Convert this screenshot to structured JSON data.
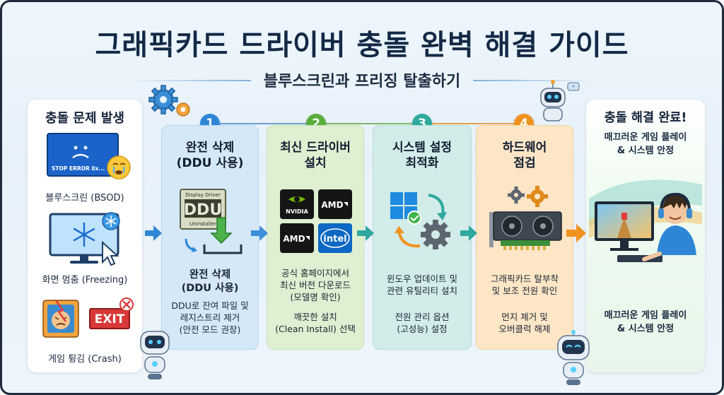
{
  "title": "그래픽카드 드라이버 충돌 완벽 해결 가이드",
  "subtitle": "블루스크린과 프리징 탈출하기",
  "problems": {
    "title": "충돌 문제 발생",
    "bsod_screen_text": "STOP ERROR 0x...",
    "bsod": "블루스크린 (BSOD)",
    "freezing": "화면 멈춤 (Freezing)",
    "exit_sign": "EXIT",
    "crash": "게임 튕김 (Crash)"
  },
  "steps": [
    {
      "number": "1",
      "title_line1": "완전 삭제",
      "title_line2": "(DDU 사용)",
      "icon_top": "Display Driver",
      "icon_main": "DDU",
      "icon_bottom": "Uninstaller",
      "body_bold_line1": "완전 삭제",
      "body_bold_line2": "(DDU 사용)",
      "body_line1": "DDU로 잔여 파일 및",
      "body_line2": "레지스트리 제거",
      "body_line3": "(안전 모드 권장)"
    },
    {
      "number": "2",
      "title_line1": "최신 드라이버",
      "title_line2": "설치",
      "logo_nvidia": "NVIDIA",
      "logo_amd_1": "AMD",
      "logo_amd_2": "AMD",
      "logo_intel": "intel",
      "body_line1": "공식 홈페이지에서",
      "body_line2": "최신 버전 다운로드",
      "body_line3": "(모델명 확인)",
      "body_line4": "깨끗한 설치",
      "body_line5": "(Clean Install) 선택"
    },
    {
      "number": "3",
      "title_line1": "시스템 설정",
      "title_line2": "최적화",
      "body_line1": "윈도우 업데이트 및",
      "body_line2": "관련 유틸리티 설치",
      "body_line3": "전원 관리 옵션",
      "body_line4": "(고성능) 설정"
    },
    {
      "number": "4",
      "title_line1": "하드웨어",
      "title_line2": "점검",
      "body_line1": "그래픽카드 탈부착",
      "body_line2": "및 보조 전원 확인",
      "body_line3": "먼지 제거 및",
      "body_line4": "오버클럭 해제"
    }
  ],
  "result": {
    "title": "충돌 해결 완료!",
    "top_line1": "매끄러운 게임 플레이",
    "top_line2": "& 시스템 안정",
    "bottom_line1": "매끄러운 게임 플레이",
    "bottom_line2": "& 시스템 안정"
  },
  "colors": {
    "step1": "#2f86d6",
    "step2": "#5aae3c",
    "step3": "#2fa89e",
    "step4": "#f0931e",
    "title": "#132a46"
  }
}
